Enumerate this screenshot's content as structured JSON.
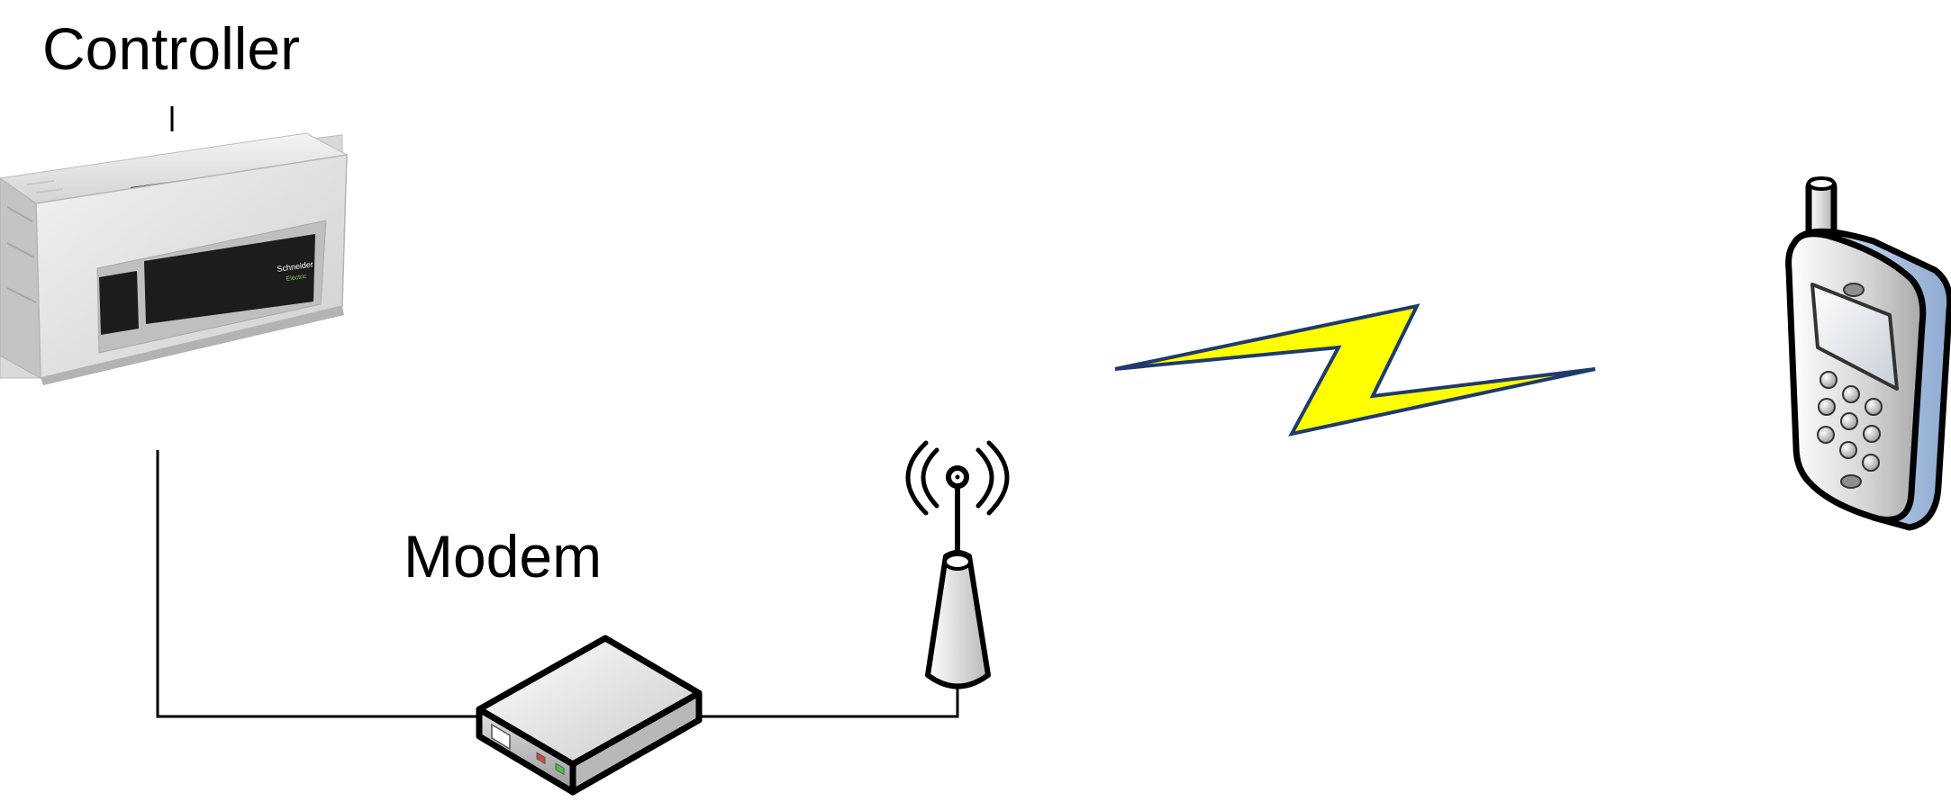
{
  "diagram": {
    "labels": {
      "controller": "Controller",
      "modem": "Modem"
    },
    "controller_brand": "Schneider",
    "controller_brand_sub": "Electric",
    "nodes": [
      {
        "id": "controller",
        "icon": "plc-controller-icon"
      },
      {
        "id": "modem",
        "icon": "modem-icon"
      },
      {
        "id": "antenna",
        "icon": "antenna-icon"
      },
      {
        "id": "wireless-link",
        "icon": "lightning-bolt-icon"
      },
      {
        "id": "mobile-phone",
        "icon": "mobile-phone-icon"
      }
    ],
    "edges": [
      {
        "from": "controller",
        "to": "modem",
        "type": "wired"
      },
      {
        "from": "modem",
        "to": "antenna",
        "type": "wired"
      },
      {
        "from": "antenna",
        "to": "mobile-phone",
        "type": "wireless"
      }
    ],
    "colors": {
      "line": "#000000",
      "bolt_fill": "#ffff00",
      "bolt_stroke": "#1f3a6e",
      "phone_body": "#c8d7ea",
      "plc_body": "#e6e6e6",
      "plc_panel": "#1c1c1c"
    }
  }
}
